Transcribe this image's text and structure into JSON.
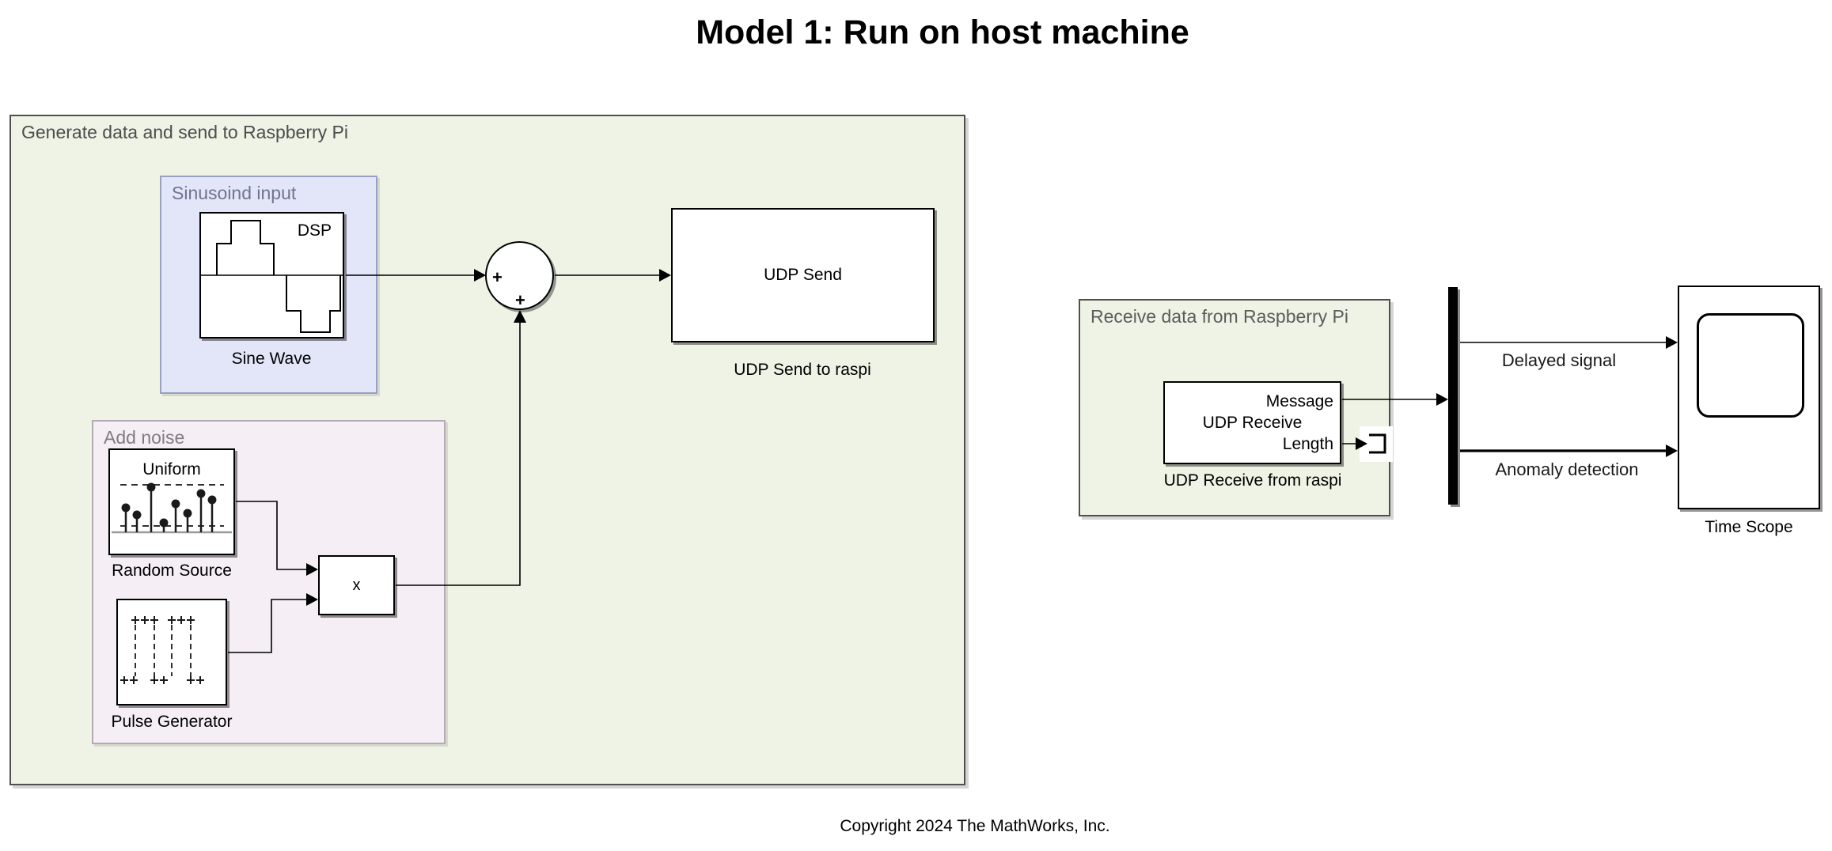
{
  "title": "Model 1: Run on host machine",
  "copyright": "Copyright 2024 The MathWorks, Inc.",
  "areas": {
    "send": {
      "label": "Generate data and send to Raspberry Pi"
    },
    "sinusoid": {
      "label": "Sinusoind input"
    },
    "noise": {
      "label": "Add noise"
    },
    "receive": {
      "label": "Receive data from Raspberry Pi"
    }
  },
  "blocks": {
    "sine_wave": {
      "icon_label": "DSP",
      "name": "Sine Wave"
    },
    "random_source": {
      "icon_label": "Uniform",
      "name": "Random Source"
    },
    "pulse_generator": {
      "name": "Pulse Generator"
    },
    "product": {
      "operator": "x"
    },
    "sum": {
      "sign_left": "+",
      "sign_bottom": "+"
    },
    "udp_send": {
      "label": "UDP Send",
      "name": "UDP Send to raspi"
    },
    "udp_receive": {
      "label": "UDP Receive",
      "port_message": "Message",
      "port_length": "Length",
      "name": "UDP Receive from raspi"
    },
    "time_scope": {
      "name": "Time Scope"
    }
  },
  "signals": {
    "delayed": "Delayed signal",
    "anomaly": "Anomaly detection"
  },
  "colors": {
    "area_green": "#eef3e5",
    "area_lavender": "#e3e6f8",
    "area_pink": "#f5eef5",
    "block_border": "#000000",
    "line": "#000000"
  }
}
